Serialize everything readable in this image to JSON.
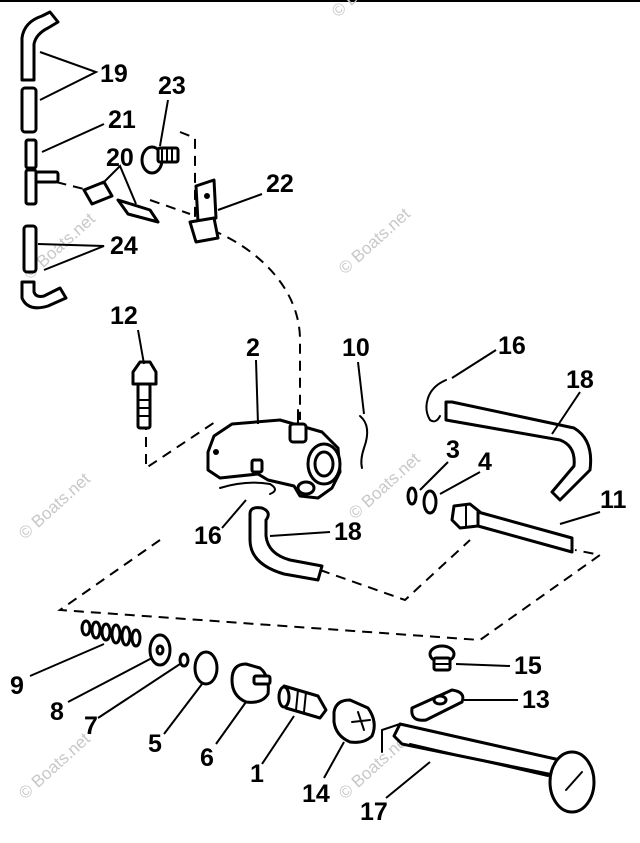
{
  "watermark": {
    "text": "© Boats.net",
    "color": "#c8c8c8"
  },
  "callouts": [
    {
      "id": "c19",
      "label": "19"
    },
    {
      "id": "c23",
      "label": "23"
    },
    {
      "id": "c21",
      "label": "21"
    },
    {
      "id": "c20",
      "label": "20"
    },
    {
      "id": "c22",
      "label": "22"
    },
    {
      "id": "c24",
      "label": "24"
    },
    {
      "id": "c12",
      "label": "12"
    },
    {
      "id": "c2",
      "label": "2"
    },
    {
      "id": "c10",
      "label": "10"
    },
    {
      "id": "c16a",
      "label": "16"
    },
    {
      "id": "c18a",
      "label": "18"
    },
    {
      "id": "c3",
      "label": "3"
    },
    {
      "id": "c4",
      "label": "4"
    },
    {
      "id": "c11",
      "label": "11"
    },
    {
      "id": "c16b",
      "label": "16"
    },
    {
      "id": "c18b",
      "label": "18"
    },
    {
      "id": "c15",
      "label": "15"
    },
    {
      "id": "c13",
      "label": "13"
    },
    {
      "id": "c9",
      "label": "9"
    },
    {
      "id": "c8",
      "label": "8"
    },
    {
      "id": "c7",
      "label": "7"
    },
    {
      "id": "c5",
      "label": "5"
    },
    {
      "id": "c6",
      "label": "6"
    },
    {
      "id": "c1",
      "label": "1"
    },
    {
      "id": "c14",
      "label": "14"
    },
    {
      "id": "c17",
      "label": "17"
    }
  ]
}
